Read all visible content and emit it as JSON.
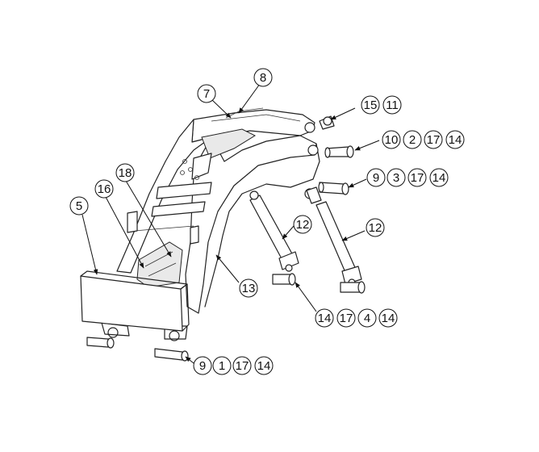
{
  "diagram": {
    "callouts": [
      {
        "id": "c8",
        "labels": [
          "8"
        ]
      },
      {
        "id": "c7",
        "labels": [
          "7"
        ]
      },
      {
        "id": "c15",
        "labels": [
          "15",
          "11"
        ]
      },
      {
        "id": "c10",
        "labels": [
          "10",
          "2",
          "17",
          "14"
        ]
      },
      {
        "id": "c9a",
        "labels": [
          "9",
          "3",
          "17",
          "14"
        ]
      },
      {
        "id": "c18",
        "labels": [
          "18"
        ]
      },
      {
        "id": "c16",
        "labels": [
          "16"
        ]
      },
      {
        "id": "c5",
        "labels": [
          "5"
        ]
      },
      {
        "id": "c12a",
        "labels": [
          "12"
        ]
      },
      {
        "id": "c12b",
        "labels": [
          "12"
        ]
      },
      {
        "id": "c13",
        "labels": [
          "13"
        ]
      },
      {
        "id": "c14",
        "labels": [
          "14",
          "17",
          "4",
          "14"
        ]
      },
      {
        "id": "c9b",
        "labels": [
          "9",
          "1",
          "17",
          "14"
        ]
      }
    ]
  }
}
